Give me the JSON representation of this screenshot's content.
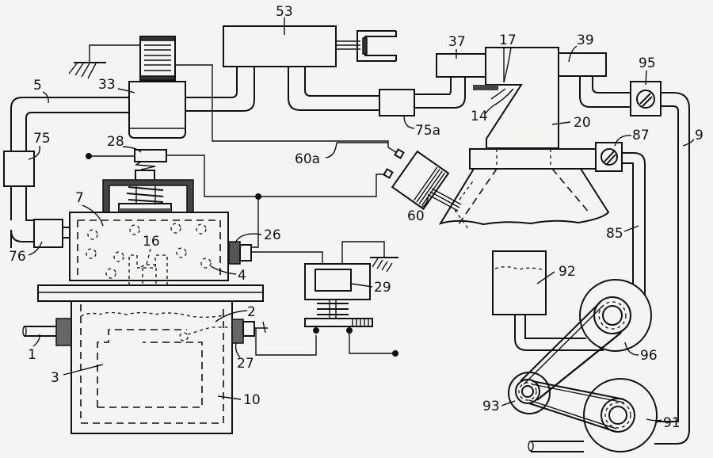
{
  "figure": {
    "type": "patent-schematic",
    "labels": {
      "l53": "53",
      "l33": "33",
      "l5": "5",
      "l75": "75",
      "l28": "28",
      "l60a": "60a",
      "l7": "7",
      "l76": "76",
      "l16": "16",
      "l26": "26",
      "l4": "4",
      "l2": "2",
      "l1": "1",
      "l27": "27",
      "l3": "3",
      "l10": "10",
      "l29": "29",
      "l37": "37",
      "l17": "17",
      "l39": "39",
      "l95": "95",
      "l14": "14",
      "l75a": "75a",
      "l20": "20",
      "l87": "87",
      "l9": "9",
      "l60": "60",
      "l85": "85",
      "l92": "92",
      "l96": "96",
      "l93": "93",
      "l91": "91"
    }
  }
}
